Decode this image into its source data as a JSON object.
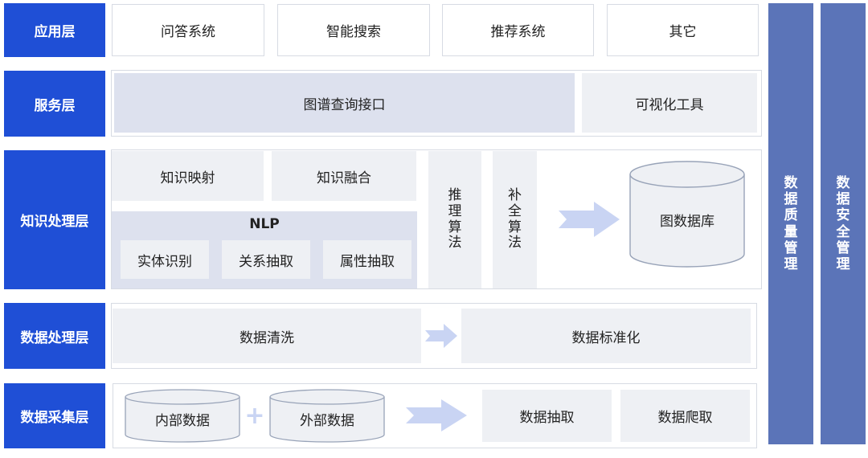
{
  "layers": {
    "application": {
      "label": "应用层",
      "items": [
        "问答系统",
        "智能搜索",
        "推荐系统",
        "其它"
      ]
    },
    "service": {
      "label": "服务层",
      "items": [
        "图谱查询接口",
        "可视化工具"
      ]
    },
    "knowledge": {
      "label": "知识处理层",
      "mapping": "知识映射",
      "fusion": "知识融合",
      "nlp": {
        "title": "NLP",
        "items": [
          "实体识别",
          "关系抽取",
          "属性抽取"
        ]
      },
      "reasoning": [
        "推",
        "理",
        "算",
        "法"
      ],
      "completion": [
        "补",
        "全",
        "算",
        "法"
      ],
      "graph_db": "图数据库"
    },
    "data_processing": {
      "label": "数据处理层",
      "items": [
        "数据清洗",
        "数据标准化"
      ]
    },
    "data_collection": {
      "label": "数据采集层",
      "internal": "内部数据",
      "plus": "+",
      "external": "外部数据",
      "items": [
        "数据抽取",
        "数据爬取"
      ]
    }
  },
  "side_bars": {
    "quality": [
      "数",
      "据",
      "质",
      "量",
      "管",
      "理"
    ],
    "security": [
      "数",
      "据",
      "安",
      "全",
      "管",
      "理"
    ]
  },
  "colors": {
    "layer_label": "#1f4fd6",
    "side_bar": "#5b74b8",
    "arrow": "#c9d4f3",
    "lavender_box": "#dde1ee",
    "grey_box": "#eef0f4"
  }
}
